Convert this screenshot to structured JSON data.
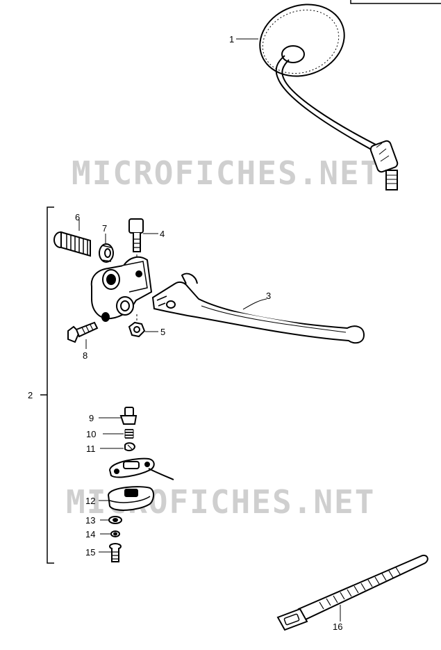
{
  "watermark": "MICROFICHES.NET",
  "callouts": {
    "p1": "1",
    "p2": "2",
    "p3": "3",
    "p4": "4",
    "p5": "5",
    "p6": "6",
    "p7": "7",
    "p8": "8",
    "p9": "9",
    "p10": "10",
    "p11": "11",
    "p12": "12",
    "p13": "13",
    "p14": "14",
    "p15": "15",
    "p16": "16"
  },
  "colors": {
    "ink": "#000000",
    "watermark": "#cfcfcf",
    "background": "#ffffff"
  }
}
